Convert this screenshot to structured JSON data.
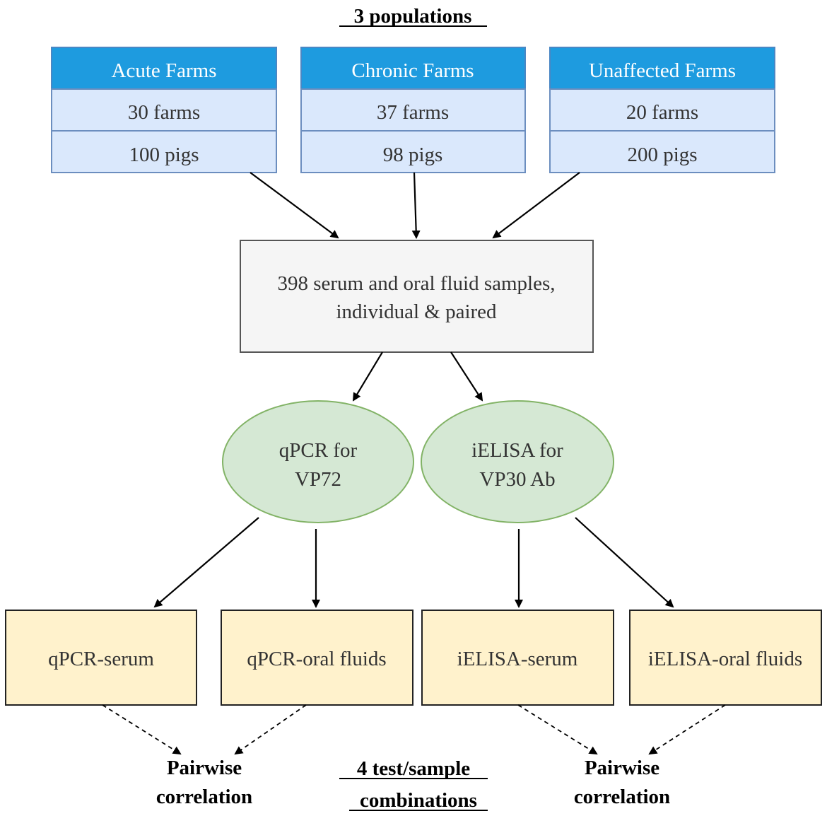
{
  "title": "3 populations",
  "populations": [
    {
      "name": "Acute Farms",
      "farms": "30 farms",
      "pigs": "100 pigs"
    },
    {
      "name": "Chronic Farms",
      "farms": "37 farms",
      "pigs": "98 pigs"
    },
    {
      "name": "Unaffected Farms",
      "farms": "20 farms",
      "pigs": "200 pigs"
    }
  ],
  "samples": {
    "line1": "398 serum and oral fluid samples,",
    "line2": "individual & paired"
  },
  "tests": [
    {
      "line1": "qPCR for",
      "line2": "VP72"
    },
    {
      "line1": "iELISA for",
      "line2": "VP30 Ab"
    }
  ],
  "combos": [
    "qPCR-serum",
    "qPCR-oral fluids",
    "iELISA-serum",
    "iELISA-oral fluids"
  ],
  "correlations": [
    {
      "line1": "Pairwise",
      "line2": "correlation"
    },
    {
      "line1": "Pairwise",
      "line2": "correlation"
    }
  ],
  "footer": {
    "line1": "4 test/sample",
    "line2": "combinations"
  },
  "colors": {
    "population_header": "#1e9bdf",
    "population_cell": "#dae8fc",
    "sample_box": "#f5f5f5",
    "test_oval": "#d5e8d4",
    "combo_box": "#fff2cc"
  }
}
